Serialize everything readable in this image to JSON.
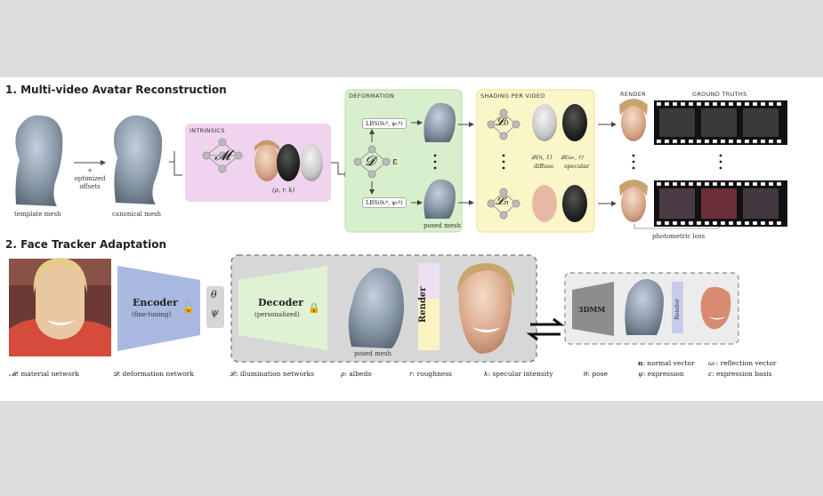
{
  "section1_title": "1. Multi-video Avatar Reconstruction",
  "section2_title": "2. Face Tracker Adaptation",
  "template_mesh": "template mesh",
  "canonical_mesh": "canonical mesh",
  "optimized_offsets": "+ optimized offsets",
  "intrinsics_header": "INTRINSICS",
  "material_symbol": "𝓜",
  "intrinsics_params": "(ρ, r, k)",
  "deformation_header": "DEFORMATION",
  "deformation_symbol": "𝓓",
  "epsilon": "ε",
  "lbs_top": "LBS(θ₀ᵏ, ψ₀ᵏ)",
  "lbs_bottom": "LBS(θ₀ᵏ, ψ₀ᵏ)",
  "posed_mesh_1": "posed mesh",
  "shading_header": "SHADING PER VIDEO",
  "l0": "𝓛₀",
  "ln": "𝓛ₙ",
  "diffuse_formula": "𝓛ᵢ(n, 1)",
  "diffuse": "diffuse",
  "specular_formula": "𝓛ᵢ(ωᵣ, r)",
  "specular": "specular",
  "render_header": "RENDER",
  "ground_truths_header": "GROUND TRUTHS",
  "photometric_loss": "photometric loss",
  "encoder": "Encoder",
  "encoder_sub": "(fine-tuning)",
  "theta": "θ",
  "psi": "ψ",
  "decoder": "Decoder",
  "decoder_sub": "(personalized)",
  "render_label": "Render",
  "posed_mesh_2": "posed mesh",
  "tdmm": "3DMM",
  "render_small": "Render",
  "legend": [
    {
      "sym": "𝓜",
      "text": ": material network"
    },
    {
      "sym": "𝓓",
      "text": ": deformation network"
    },
    {
      "sym": "𝓛ᵢ",
      "text": ": illumination networks"
    },
    {
      "sym": "ρ",
      "text": ": albedo"
    },
    {
      "sym": "r",
      "text": ": roughness"
    },
    {
      "sym": "k",
      "text": ": specular intensity"
    },
    {
      "sym": "θ",
      "text": ": pose"
    },
    {
      "sym": "n",
      "text": ": normal vector"
    },
    {
      "sym": "ψ",
      "text": ": expression"
    },
    {
      "sym": "ωᵣ",
      "text": ": reflection vector"
    },
    {
      "sym": "ε",
      "text": ": expression basis"
    }
  ],
  "colors": {
    "pink": "#efd3ef",
    "green": "#d8efcc",
    "yellow": "#fbf6c8",
    "encoder": "#a9b8e0",
    "decoder": "#dff2d4",
    "render": "#fbf3c2"
  }
}
